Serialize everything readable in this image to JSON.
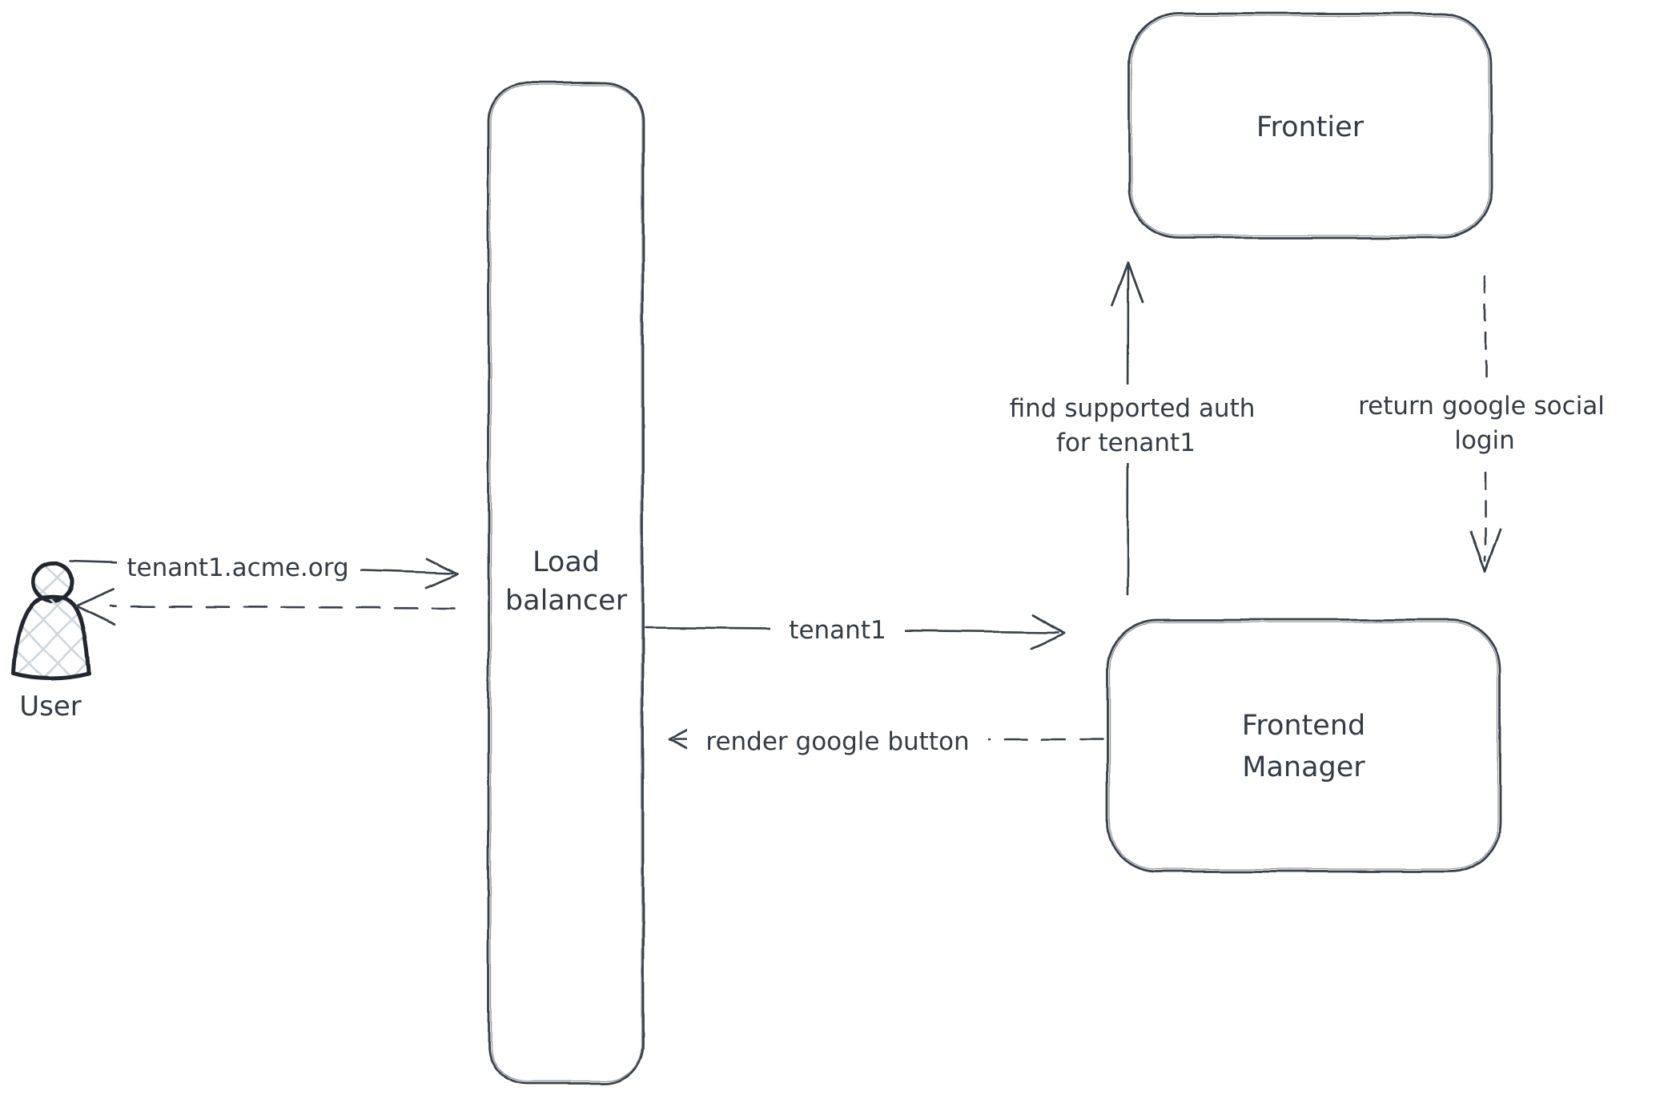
{
  "canvas": {
    "background_color": "#ffffff",
    "stroke_color": "#39404a",
    "actor_stroke_color": "#23272e",
    "actor_hatch_color": "#cfd6dd"
  },
  "nodes": {
    "user": {
      "label": "User"
    },
    "load_balancer": {
      "label_lines": [
        "Load",
        "balancer"
      ]
    },
    "frontier": {
      "label": "Frontier"
    },
    "frontend_manager": {
      "label_lines": [
        "Frontend",
        "Manager"
      ]
    }
  },
  "arrows": {
    "user_to_load_balancer": {
      "label": "tenant1.acme.org",
      "style": "solid",
      "direction": "right"
    },
    "load_balancer_to_user": {
      "label": "",
      "style": "dashed",
      "direction": "left"
    },
    "load_balancer_to_frontend_manager": {
      "label": "tenant1",
      "style": "solid",
      "direction": "right"
    },
    "frontend_manager_to_load_balancer": {
      "label": "render google button",
      "style": "dashed",
      "direction": "left"
    },
    "frontend_manager_to_frontier": {
      "label_lines": [
        "find supported auth",
        "for tenant1"
      ],
      "style": "solid",
      "direction": "up"
    },
    "frontier_to_frontend_manager": {
      "label_lines": [
        "return google social",
        "login"
      ],
      "style": "dashed",
      "direction": "down"
    }
  }
}
